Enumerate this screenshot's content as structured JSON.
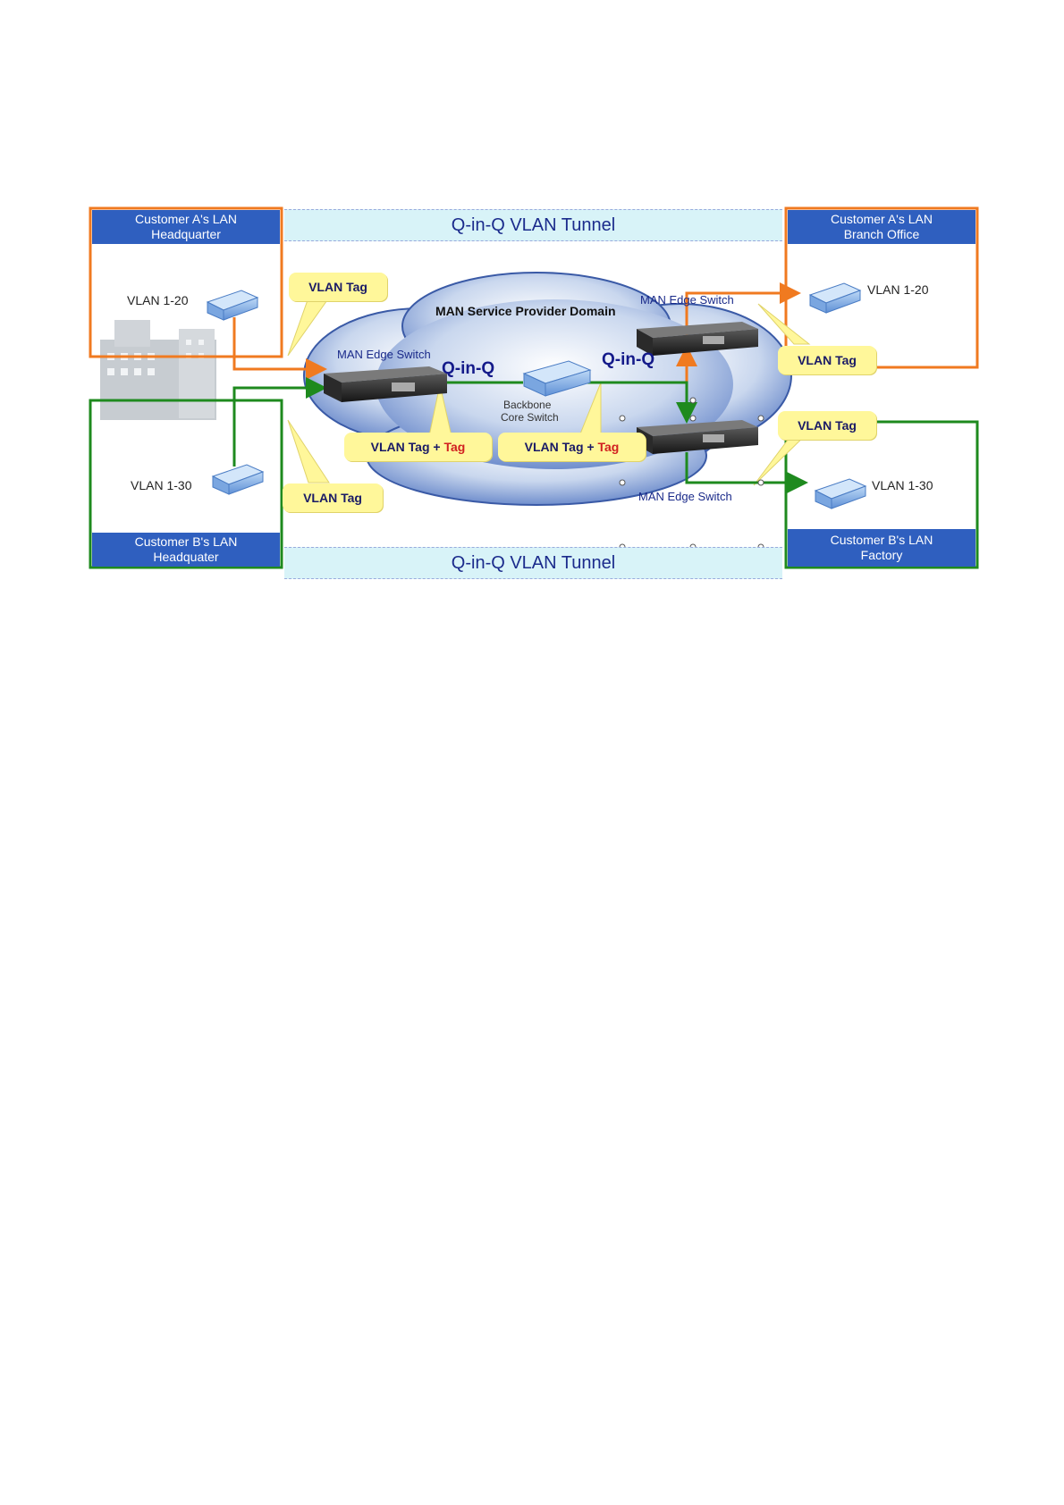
{
  "tunnel_top": "Q-in-Q VLAN Tunnel",
  "tunnel_bottom": "Q-in-Q VLAN Tunnel",
  "cloud_title": "MAN Service Provider Domain",
  "lan_a_hq": {
    "header_line1": "Customer A's LAN",
    "header_line2": "Headquarter",
    "vlan": "VLAN 1-20"
  },
  "lan_a_branch": {
    "header_line1": "Customer A's LAN",
    "header_line2": "Branch Office",
    "vlan": "VLAN 1-20"
  },
  "lan_b_hq": {
    "header_line1": "Customer B's LAN",
    "header_line2": "Headquater",
    "vlan": "VLAN 1-30"
  },
  "lan_b_factory": {
    "header_line1": "Customer B's LAN",
    "header_line2": "Factory",
    "vlan": "VLAN 1-30"
  },
  "edge_switch_left": "MAN Edge Switch",
  "edge_switch_top_right": "MAN Edge Switch",
  "edge_switch_bottom_right": "MAN Edge Switch",
  "backbone_line1": "Backbone",
  "backbone_line2": "Core Switch",
  "qinq_left": "Q-in-Q",
  "qinq_right": "Q-in-Q",
  "bubbles": {
    "vlan_tag": "VLAN Tag",
    "plus": " + ",
    "tag": "Tag"
  },
  "colors": {
    "customer_a": "#f07a20",
    "customer_b": "#1e8a1e",
    "header": "#2f5fbf",
    "bubble": "#fff79a"
  }
}
